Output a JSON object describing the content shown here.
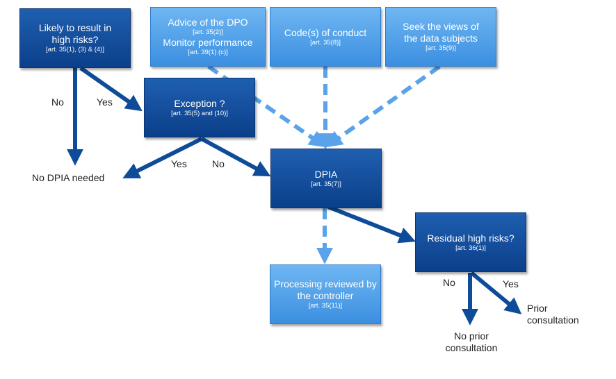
{
  "colors": {
    "dark_box": "#0b3f8a",
    "light_box": "#3b8fe0",
    "dark_arrow": "#0e4c9a",
    "light_arrow": "#5aa3ea"
  },
  "boxes": {
    "likely": {
      "title": "Likely to result in high risks?",
      "ref": "[art. 35(1), (3) & (4)]"
    },
    "dpo": {
      "line1": "Advice of the DPO",
      "ref1": "[art. 35(2)]",
      "line2": "Monitor performance",
      "ref2": "[art. 39(1) (c)]"
    },
    "codes": {
      "title": "Code(s) of conduct",
      "ref": "[art. 35(8)]"
    },
    "views": {
      "title": "Seek the views of the data subjects",
      "ref": "[art. 35(9)]"
    },
    "exception": {
      "title": "Exception ?",
      "ref": "[art. 35(5) and (10)]"
    },
    "dpia": {
      "title": "DPIA",
      "ref": "[art. 35(7)]"
    },
    "residual": {
      "title": "Residual high risks?",
      "ref": "[art. 36(1)]"
    },
    "processing": {
      "title": "Processing reviewed by the controller",
      "ref": "[art. 35(11)]"
    }
  },
  "labels": {
    "no1": "No",
    "yes1": "Yes",
    "yes2": "Yes",
    "no2": "No",
    "no3": "No",
    "yes3": "Yes"
  },
  "outcomes": {
    "no_dpia": "No DPIA needed",
    "prior": "Prior consultation",
    "no_prior": "No prior consultation"
  }
}
